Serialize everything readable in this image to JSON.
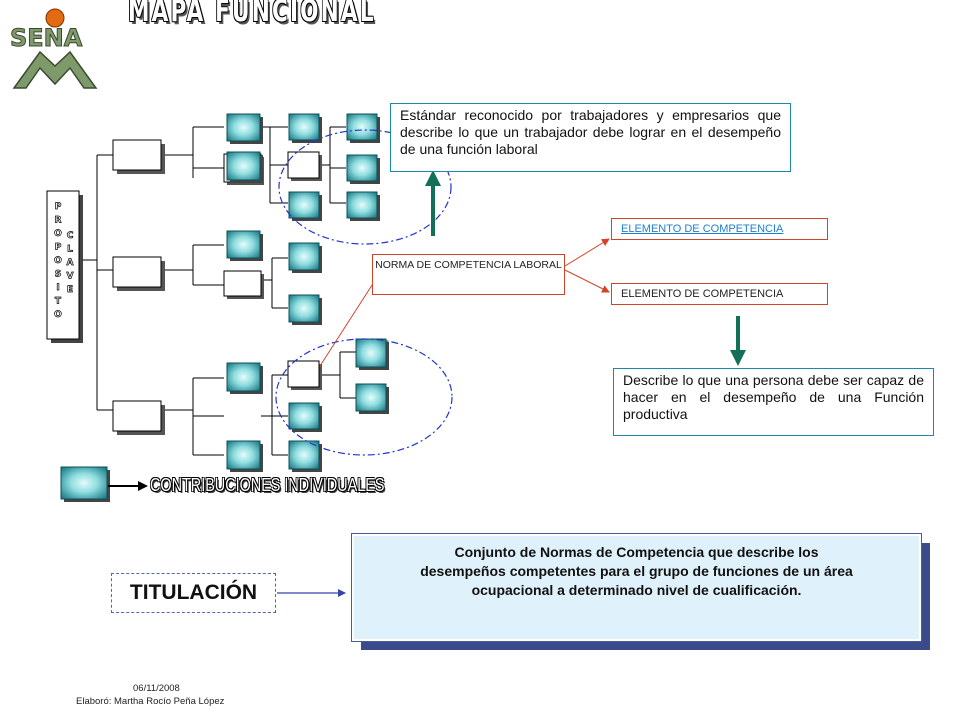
{
  "logo": {
    "text": "SENA"
  },
  "title": "MAPA FUNCIONAL",
  "proposito_letters": [
    "P",
    "R",
    "O",
    "P",
    "O",
    "S",
    "I",
    "T",
    "O"
  ],
  "clave_letters": [
    "C",
    "L",
    "A",
    "V",
    "E"
  ],
  "contribuciones_label": "CONTRIBUCIONES  INDIVIDUALES",
  "estandar_text": "Estándar reconocido por trabajadores y empresarios que describe lo que un trabajador debe lograr en el desempeño de una función laboral",
  "norma_label": "NORMA DE COMPETENCIA LABORAL",
  "elemento_link": "ELEMENTO DE COMPETENCIA",
  "elemento_label": "ELEMENTO DE COMPETENCIA",
  "elemento_desc": "Describe lo que una persona debe ser capaz de hacer en el desempeño de una Función productiva",
  "titulacion": "TITULACIÓN",
  "conjunto_text": "Conjunto de  Normas de Competencia que describe los desempeños competentes para el grupo de funciones de un área ocupacional a determinado nivel de cualificación.",
  "footer": {
    "date": "06/11/2008",
    "author": "Elaboró:  Martha Rocío Peña López"
  },
  "colors": {
    "teal_arrow": "#126f58",
    "red_line": "#d2442a",
    "ellipse": "#2233cc",
    "node_fill": "#7fd9dd"
  }
}
